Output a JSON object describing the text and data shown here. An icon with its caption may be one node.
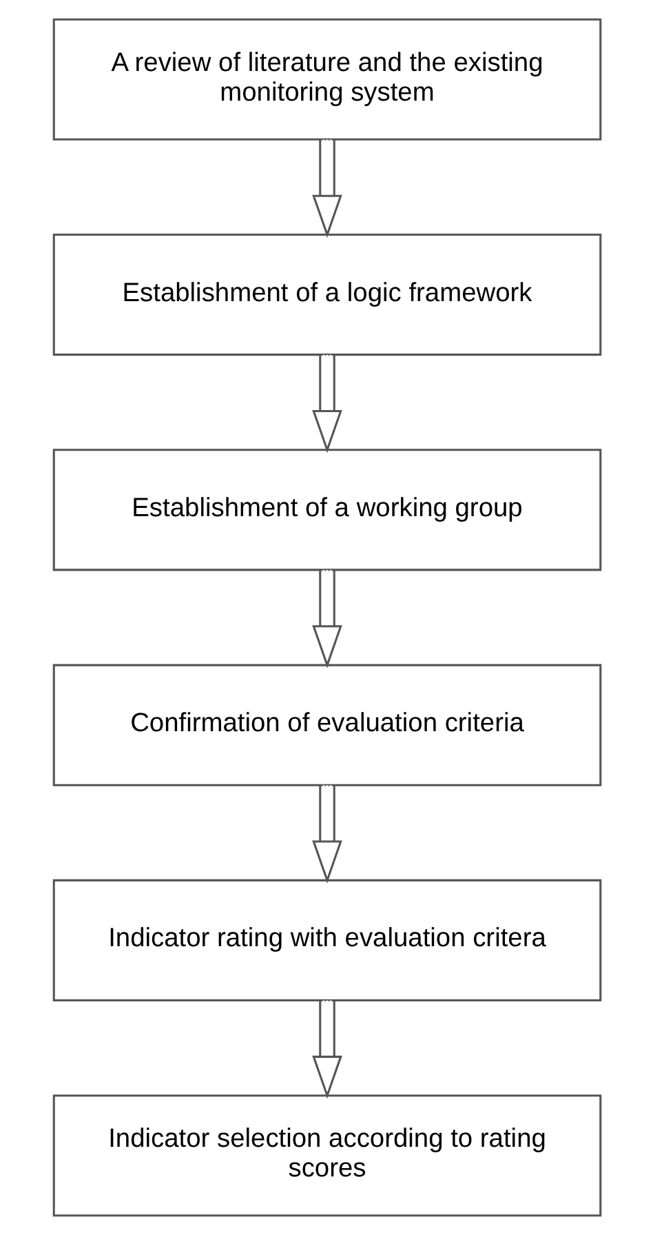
{
  "diagram": {
    "nodes": [
      {
        "text": [
          "A review of literature and the existing monitoring system"
        ]
      },
      {
        "text": [
          "Establishment of a logic framework"
        ]
      },
      {
        "text": [
          "Establishment of a working group"
        ]
      },
      {
        "text": [
          "Confirmation of evaluation criteria"
        ]
      },
      {
        "text": [
          "Indicator rating with evaluation critera"
        ]
      },
      {
        "text": [
          "Indicator selection according to rating scores"
        ]
      }
    ],
    "edges": [
      {
        "from": 0,
        "to": 1,
        "arrow": "to"
      },
      {
        "from": 1,
        "to": 2,
        "arrow": "to"
      },
      {
        "from": 2,
        "to": 3,
        "arrow": "to"
      },
      {
        "from": 3,
        "to": 4,
        "arrow": "to"
      },
      {
        "from": 4,
        "to": 5,
        "arrow": "to"
      }
    ]
  }
}
